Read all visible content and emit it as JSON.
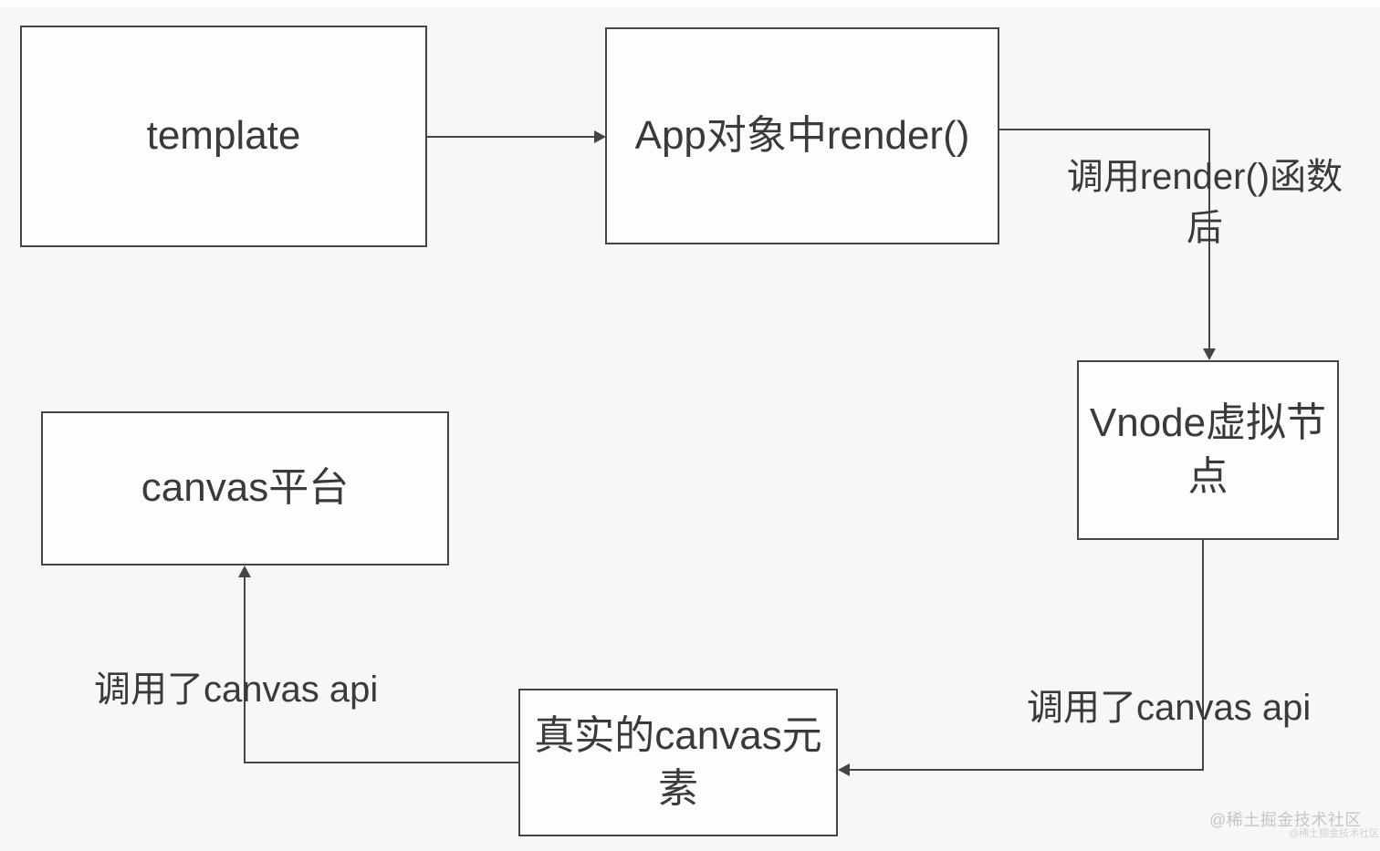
{
  "diagram": {
    "nodes": {
      "template": {
        "label": "template"
      },
      "app_render": {
        "label": "App对象中render()"
      },
      "vnode": {
        "label": "Vnode虚拟节点"
      },
      "canvas_platform": {
        "label": "canvas平台"
      },
      "real_canvas": {
        "label": "真实的canvas元素"
      }
    },
    "edges": [
      {
        "from": "template",
        "to": "app_render",
        "label": ""
      },
      {
        "from": "app_render",
        "to": "vnode",
        "label": "调用render()函数后"
      },
      {
        "from": "vnode",
        "to": "real_canvas",
        "label": "调用了canvas api"
      },
      {
        "from": "real_canvas",
        "to": "canvas_platform",
        "label": "调用了canvas api"
      }
    ],
    "edge_labels": {
      "after_render": "调用render()函数后",
      "call_api_right": "调用了canvas api",
      "call_api_left": "调用了canvas api"
    },
    "colors": {
      "background": "#f7f7f7",
      "node_fill": "#fdfdfd",
      "stroke": "#454545",
      "text": "#3a3a3a",
      "watermark": "#c5c5c5"
    }
  },
  "watermark": {
    "primary": "@稀土掘金技术社区",
    "secondary": "@稀土掘金技术社区"
  }
}
